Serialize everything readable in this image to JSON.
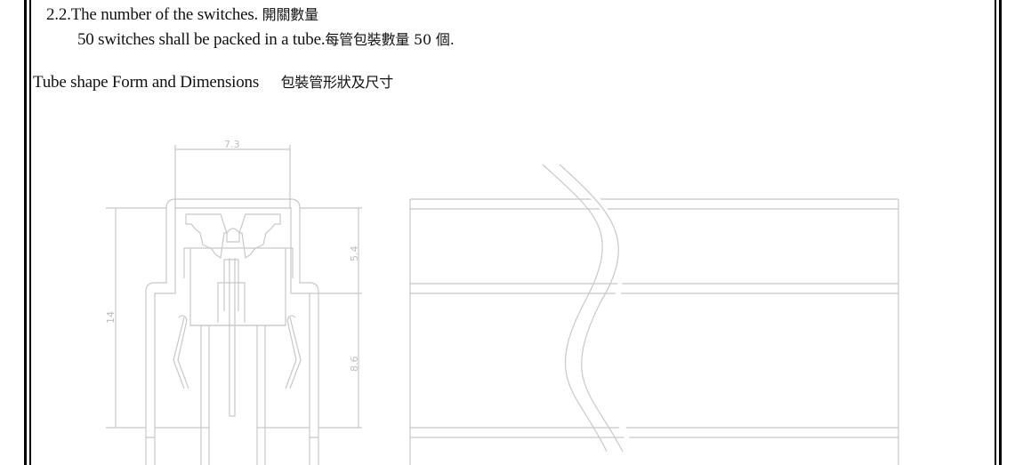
{
  "section": {
    "number": "2.2.",
    "title": "The number of the switches.",
    "title_cjk": "開關數量",
    "body": "50 switches shall be packed in a tube.",
    "body_cjk": "每管包裝數量 50 個."
  },
  "tube_heading": {
    "text": "Tube shape Form and Dimensions",
    "text_cjk": "包裝管形狀及尺寸"
  },
  "drawing": {
    "dimensions": {
      "width": "7.3",
      "height": "14",
      "upper": "5.4",
      "lower": "8.6"
    }
  }
}
